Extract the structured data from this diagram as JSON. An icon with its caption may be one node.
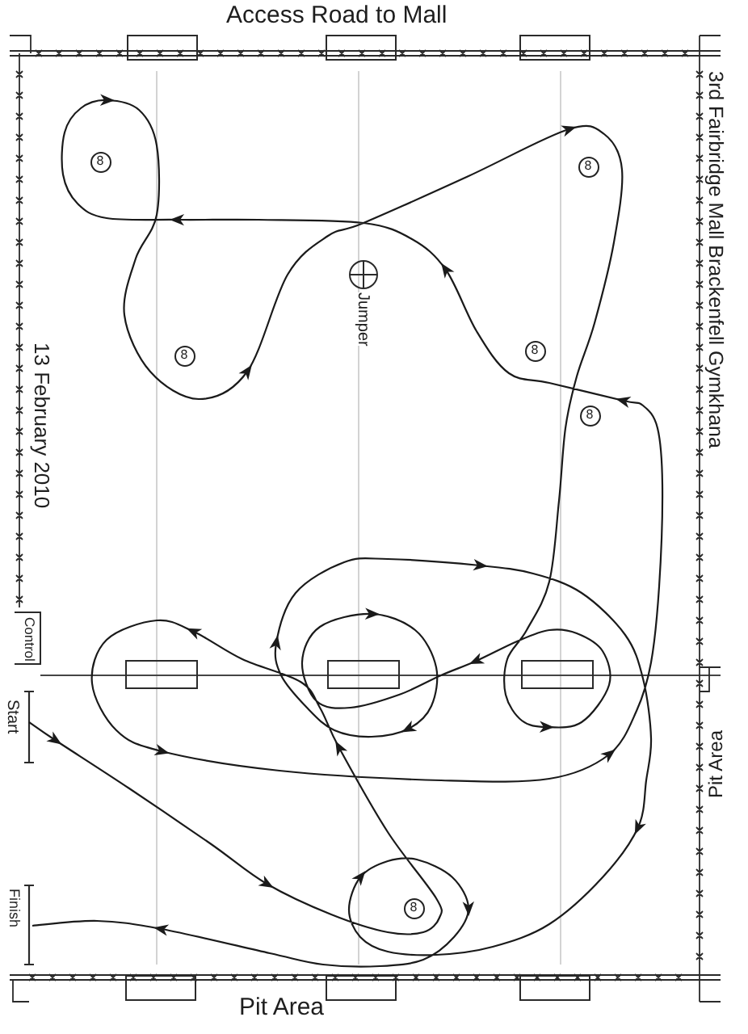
{
  "diagram": {
    "title": "3rd Fairbridge Mall Brackenfell Gymkhana",
    "nodes": [
      {
        "text": [
          "8"
        ]
      },
      {
        "text": [
          "8"
        ]
      },
      {
        "text": [
          "8"
        ]
      },
      {
        "text": [
          "8"
        ]
      },
      {
        "text": [
          "8"
        ]
      },
      {
        "text": [
          "8"
        ]
      }
    ],
    "labels": [
      "Access Road to Mall",
      "Jumper",
      "13 February 2010",
      "Control",
      "Start",
      "Pit Area",
      "Finish",
      "Pit Area"
    ]
  }
}
